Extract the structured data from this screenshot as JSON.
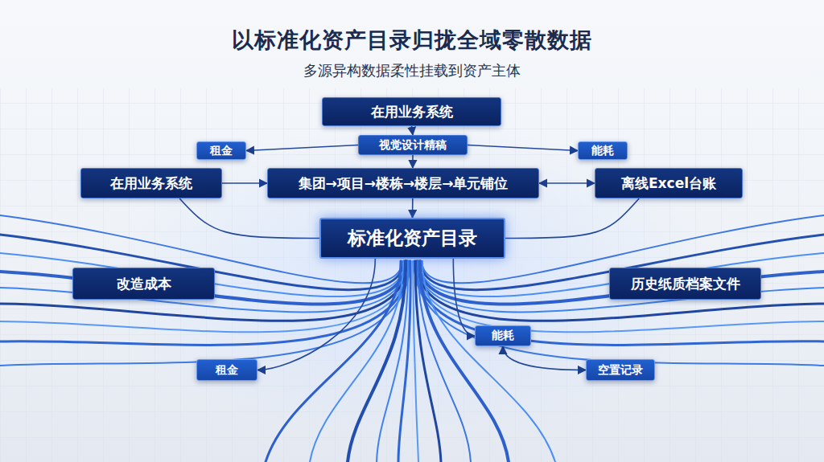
{
  "diagram": {
    "title": "以标准化资产目录归拢全域零散数据",
    "caption": "多源异构数据柔性挂载到资产主体",
    "nodes": [
      {
        "text": [
          "在用业务系统"
        ]
      },
      {
        "text": [
          "视觉设计精稿"
        ]
      },
      {
        "text": [
          "租金"
        ]
      },
      {
        "text": [
          "能耗"
        ]
      },
      {
        "text": [
          "在用业务系统"
        ]
      },
      {
        "text": [
          "集团→项目→楼栋→楼层→单元铺位"
        ]
      },
      {
        "text": [
          "离线Excel台账"
        ]
      },
      {
        "text": [
          "标准化资产目录"
        ]
      },
      {
        "text": [
          "改造成本"
        ]
      },
      {
        "text": [
          "历史纸质档案文件"
        ]
      },
      {
        "text": [
          "能耗"
        ]
      },
      {
        "text": [
          "租金"
        ]
      },
      {
        "text": [
          "空置记录"
        ]
      }
    ],
    "edges": [
      {
        "from": 0,
        "to": 1,
        "arrow": "to"
      },
      {
        "from": 1,
        "to": 2,
        "arrow": "to"
      },
      {
        "from": 1,
        "to": 3,
        "arrow": "to"
      },
      {
        "from": 1,
        "to": 5,
        "arrow": "to"
      },
      {
        "from": 4,
        "to": 5,
        "arrow": "to"
      },
      {
        "from": 5,
        "to": 6,
        "arrow": "both"
      },
      {
        "from": 5,
        "to": 7,
        "arrow": "to"
      },
      {
        "from": 4,
        "to": 7,
        "arrow": "none"
      },
      {
        "from": 6,
        "to": 7,
        "arrow": "none"
      },
      {
        "from": 7,
        "to": 10,
        "arrow": "to"
      },
      {
        "from": 7,
        "to": 11,
        "arrow": "to"
      },
      {
        "from": 10,
        "to": 12,
        "arrow": "both"
      }
    ]
  }
}
